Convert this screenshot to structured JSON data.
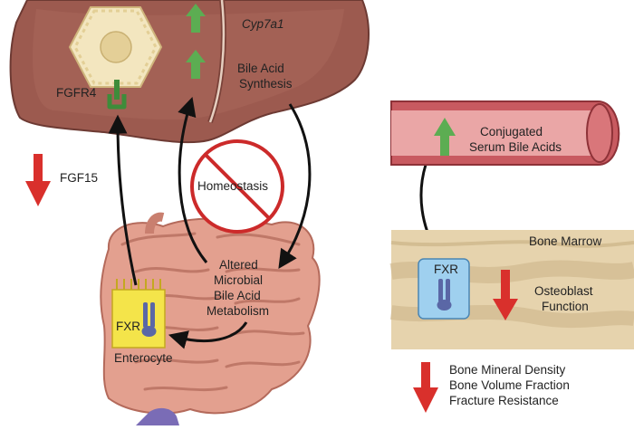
{
  "labels": {
    "cyp7a1": "Cyp7a1",
    "bile_acid_synthesis": [
      "Bile Acid",
      "Synthesis"
    ],
    "fgfr4": "FGFR4",
    "fgf15": "FGF15",
    "homeostasis": "Homeostasis",
    "altered_metabolism": [
      "Altered",
      "Microbial",
      "Bile Acid",
      "Metabolism"
    ],
    "fxr_enterocyte": "FXR",
    "enterocyte": "Enterocyte",
    "conjugated": [
      "Conjugated",
      "Serum Bile Acids"
    ],
    "bone_marrow": "Bone Marrow",
    "fxr_bone": "FXR",
    "osteoblast": [
      "Osteoblast",
      "Function"
    ],
    "bone_outcomes": [
      "Bone Mineral Density",
      "Bone Volume Fraction",
      "Fracture Resistance"
    ]
  },
  "colors": {
    "liver": "#9c5a4f",
    "liver_light": "#b77b6f",
    "intestine": "#e3a08f",
    "intestine_dark": "#c97f6f",
    "vessel": "#c85a60",
    "vessel_light": "#eaa6a6",
    "bone": "#e6d3ad",
    "bone_marrow": "#cdb68a",
    "up_arrow": "#5cad52",
    "down_arrow": "#d9302c",
    "no_sign": "#cc2a2a",
    "enterocyte": "#f4e44a",
    "receptor": "#5a67a6"
  },
  "icons": [
    "hepatocyte-icon",
    "fgfr4-receptor-icon",
    "fxr-receptor-icon",
    "no-sign-icon",
    "up-arrow-icon",
    "down-arrow-icon",
    "blood-vessel-icon",
    "bone-marrow-icon",
    "intestine-icon",
    "liver-icon"
  ]
}
